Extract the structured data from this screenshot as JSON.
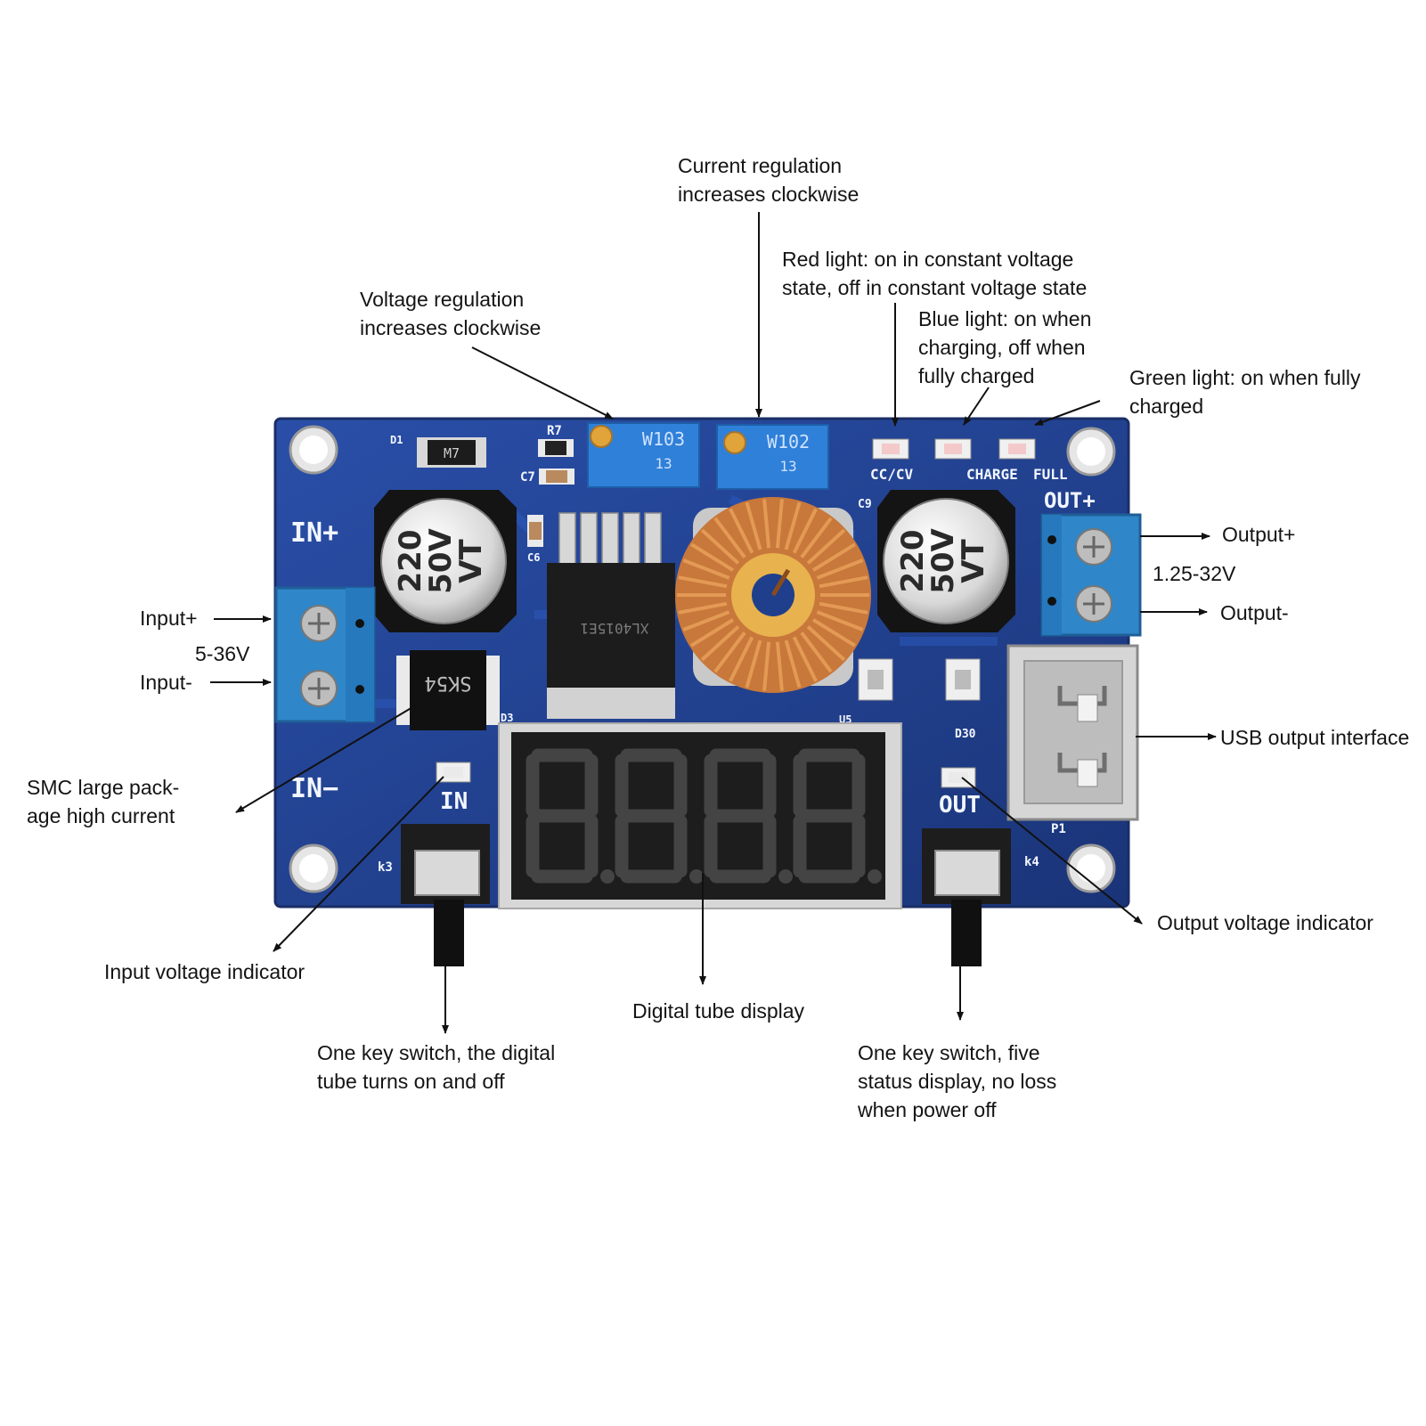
{
  "callouts": {
    "current_regulation": "Current regulation\nincreases clockwise",
    "red_light": "Red light: on in constant voltage\nstate, off in constant voltage state",
    "voltage_regulation": "Voltage regulation\nincreases clockwise",
    "blue_light": "Blue light: on when\ncharging, off when\nfully charged",
    "green_light": "Green light: on when fully\ncharged",
    "input_plus": "Input+",
    "input_range": "5-36V",
    "input_minus": "Input-",
    "output_plus": "Output+",
    "output_range": "1.25-32V",
    "output_minus": "Output-",
    "usb_output": "USB output interface",
    "smc": "SMC large pack-\nage high current",
    "input_indicator": "Input voltage indicator",
    "output_indicator": "Output voltage indicator",
    "digital_tube": "Digital tube display",
    "key_left": "One key switch, the digital\ntube turns on and off",
    "key_right": "One key switch, five\nstatus display, no loss\nwhen power off"
  },
  "board_silkscreen": {
    "in_plus": "IN+",
    "in_minus": "IN−",
    "out_plus": "OUT+",
    "led_in": "IN",
    "led_out": "OUT",
    "cc_cv": "CC/CV",
    "charge": "CHARGE",
    "full": "FULL",
    "pot_left": "W103",
    "pot_right": "W102",
    "pot_code": "13",
    "cap_value": "220",
    "cap_voltage": "50V",
    "cap_series": "VT",
    "diode_d1": "M7",
    "diode_smc": "SK54",
    "ic_code": "XL4015E1",
    "ref_d1": "D1",
    "ref_r7": "R7",
    "ref_c7": "C7",
    "ref_c6": "C6",
    "ref_c9": "C9",
    "ref_d3": "D3",
    "ref_u5": "U5",
    "ref_d30": "D30",
    "ref_p1": "P1",
    "ref_k3": "k3",
    "ref_k4": "k4"
  },
  "colors": {
    "pcb": "#1f3f8c",
    "terminal": "#2f86c8",
    "inductor_wire": "#c8783a",
    "display": "#202020",
    "segment": "#444444"
  }
}
